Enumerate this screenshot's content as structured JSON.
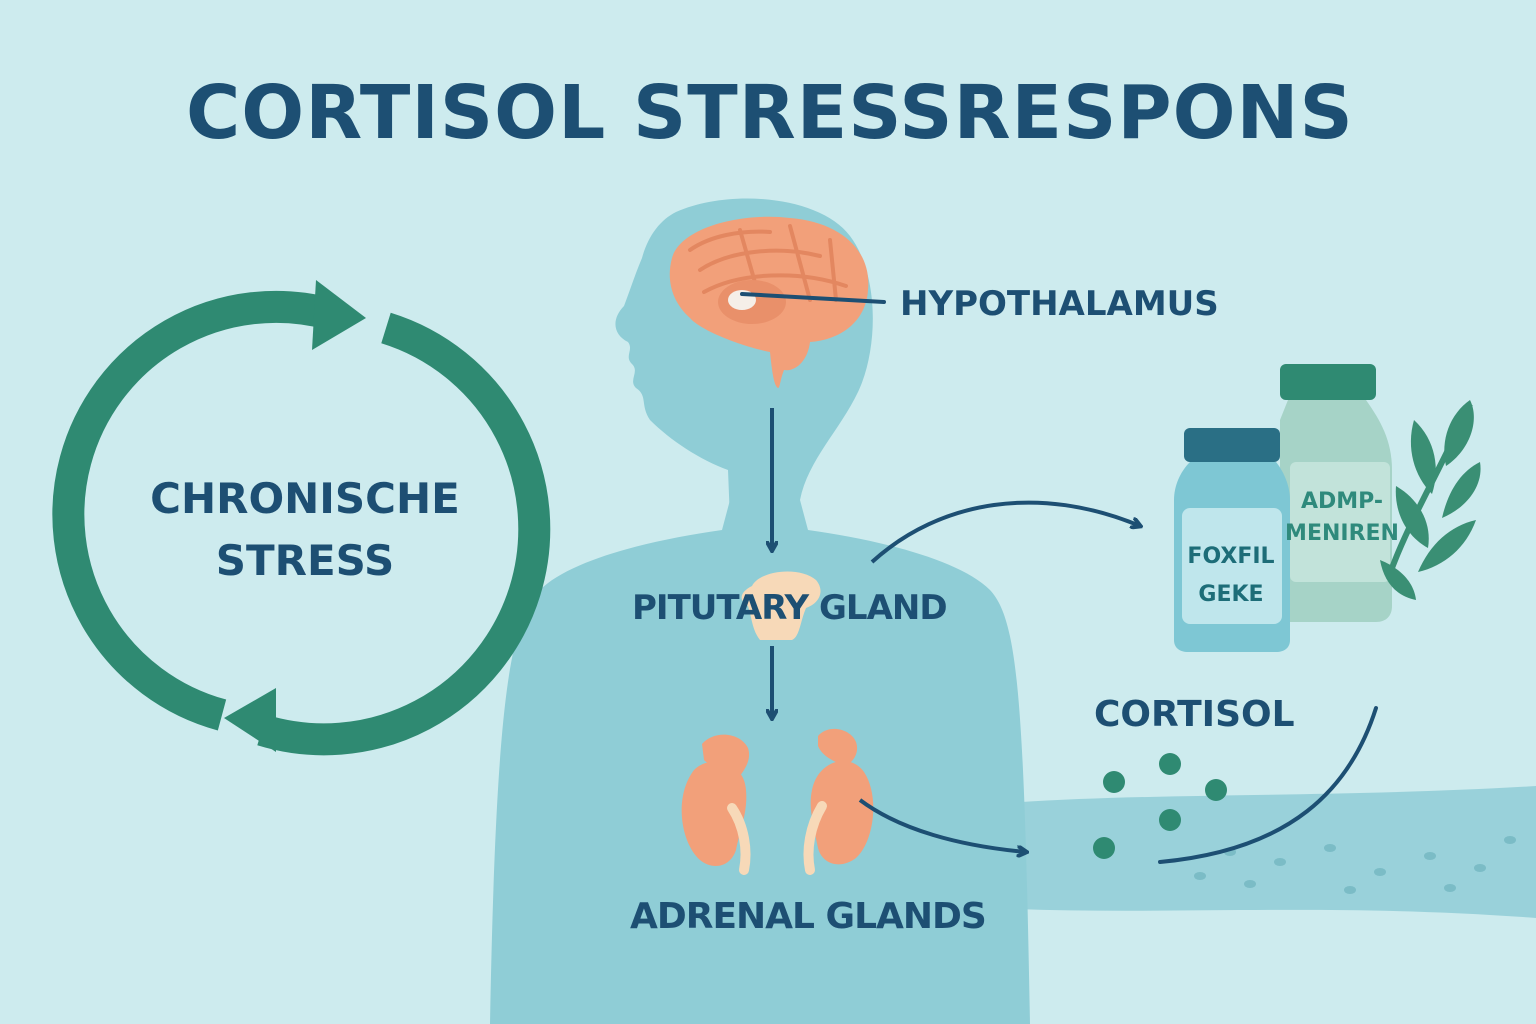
{
  "title": "CORTISOL STRESSRESPONS",
  "cycle": {
    "line1": "CHRONISCHE",
    "line2": "STRESS"
  },
  "labels": {
    "hypothalamus": "HYPOTHALAMUS",
    "pituitary": "PITUTARY GLAND",
    "adrenal": "ADRENAL GLANDS",
    "cortisol": "CORTISOL"
  },
  "bottles": {
    "front_line1": "FOXFIL",
    "front_line2": "GEKE",
    "back_line1": "ADMP-",
    "back_line2": "MENIREN"
  },
  "colors": {
    "background": "#cdebee",
    "body": "#8fcdd6",
    "cycle_arrow": "#2f8a72",
    "organ": "#f2a07a",
    "text": "#1d4f73"
  }
}
